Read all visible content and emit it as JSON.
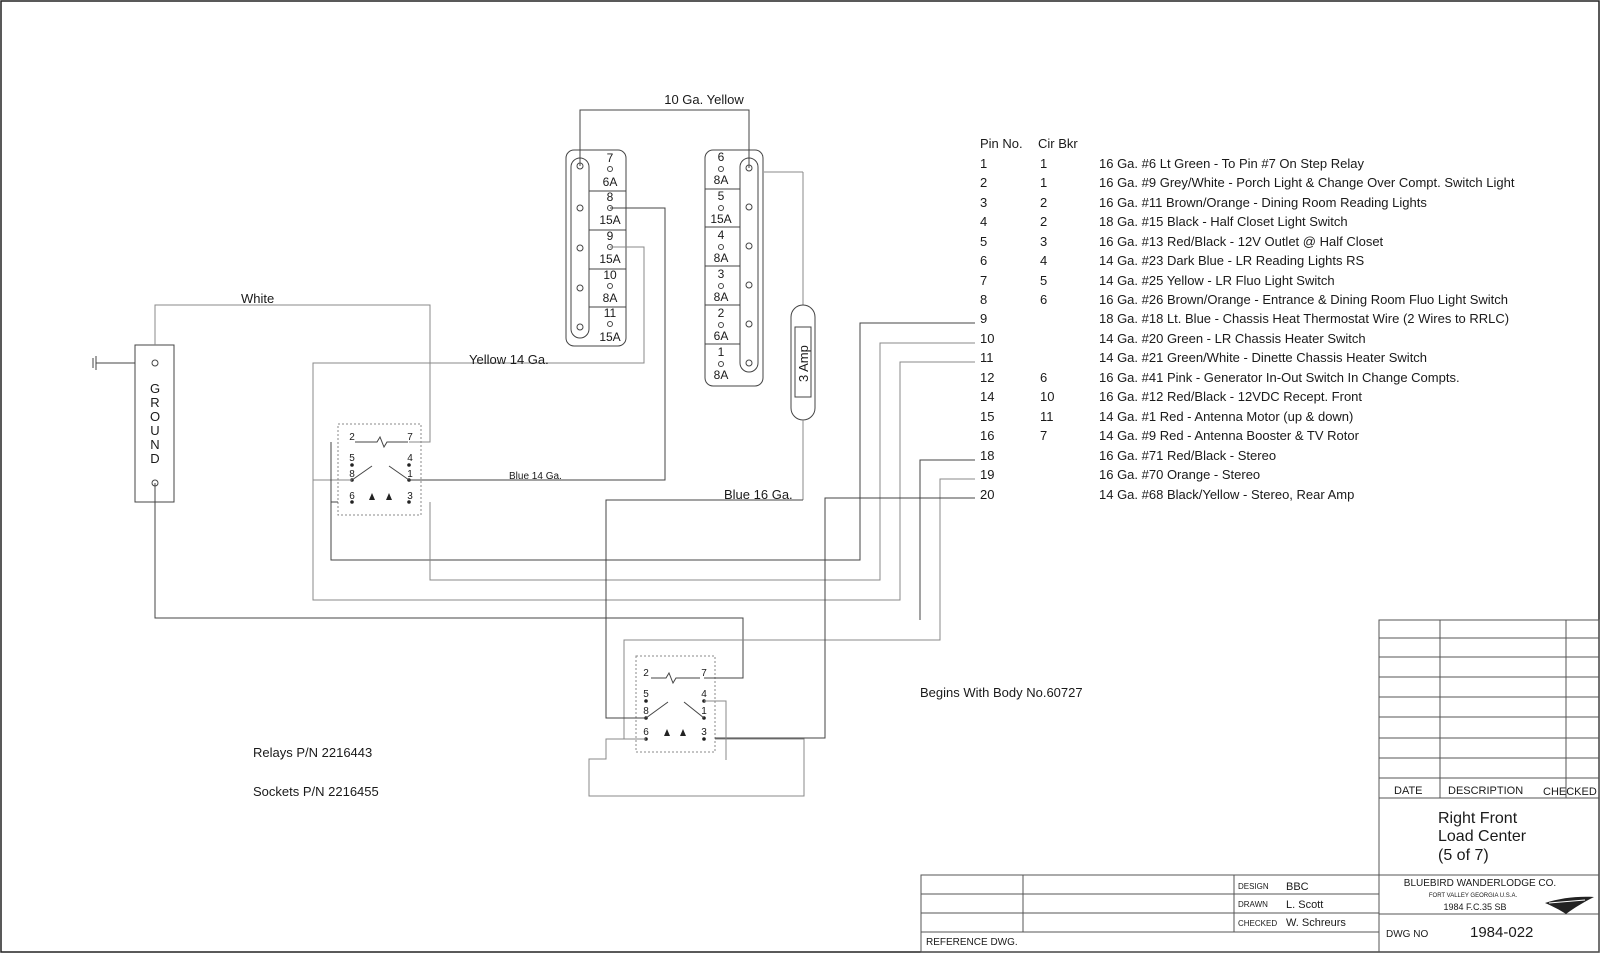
{
  "wires": {
    "w10_yellow": "10 Ga. Yellow",
    "white": "White",
    "yellow14": "Yellow 14 Ga.",
    "blue14": "Blue 14 Ga.",
    "blue16": "Blue 16 Ga."
  },
  "breaker_left": [
    {
      "pin": "7",
      "amp": "6A"
    },
    {
      "pin": "8",
      "amp": "15A"
    },
    {
      "pin": "9",
      "amp": "15A"
    },
    {
      "pin": "10",
      "amp": "8A"
    },
    {
      "pin": "11",
      "amp": "15A"
    }
  ],
  "breaker_right": [
    {
      "pin": "6",
      "amp": "8A"
    },
    {
      "pin": "5",
      "amp": "15A"
    },
    {
      "pin": "4",
      "amp": "8A"
    },
    {
      "pin": "3",
      "amp": "8A"
    },
    {
      "pin": "2",
      "amp": "6A"
    },
    {
      "pin": "1",
      "amp": "8A"
    }
  ],
  "fuse": "3 Amp",
  "ground_letters": [
    "G",
    "R",
    "O",
    "U",
    "N",
    "D"
  ],
  "relay_pins": {
    "p2": "2",
    "p7": "7",
    "p5": "5",
    "p4": "4",
    "p8": "8",
    "p1": "1",
    "p6": "6",
    "p3": "3"
  },
  "pin_table": {
    "header_pin": "Pin No.",
    "header_cb": "Cir Bkr",
    "rows": [
      {
        "pin": "1",
        "cb": "1",
        "desc": "16 Ga. #6 Lt Green - To Pin #7 On Step Relay"
      },
      {
        "pin": "2",
        "cb": "1",
        "desc": "16 Ga. #9 Grey/White - Porch Light & Change Over Compt. Switch Light"
      },
      {
        "pin": "3",
        "cb": "2",
        "desc": "16 Ga. #11 Brown/Orange - Dining Room Reading Lights"
      },
      {
        "pin": "4",
        "cb": "2",
        "desc": "18 Ga. #15 Black - Half Closet Light Switch"
      },
      {
        "pin": "5",
        "cb": "3",
        "desc": "16 Ga. #13 Red/Black - 12V Outlet @ Half Closet"
      },
      {
        "pin": "6",
        "cb": "4",
        "desc": "14 Ga. #23 Dark Blue - LR Reading Lights RS"
      },
      {
        "pin": "7",
        "cb": "5",
        "desc": "14 Ga. #25 Yellow - LR Fluo Light Switch"
      },
      {
        "pin": "8",
        "cb": "6",
        "desc": "16 Ga. #26 Brown/Orange - Entrance & Dining Room Fluo Light Switch"
      },
      {
        "pin": "9",
        "cb": "",
        "desc": "18 Ga. #18 Lt. Blue - Chassis Heat Thermostat Wire (2 Wires to RRLC)"
      },
      {
        "pin": "10",
        "cb": "",
        "desc": "14 Ga. #20 Green - LR Chassis Heater Switch"
      },
      {
        "pin": "11",
        "cb": "",
        "desc": "14 Ga. #21 Green/White - Dinette Chassis Heater Switch"
      },
      {
        "pin": "12",
        "cb": "6",
        "desc": "16 Ga. #41 Pink - Generator In-Out Switch In Change Compts."
      },
      {
        "pin": "14",
        "cb": "10",
        "desc": "16 Ga. #12 Red/Black - 12VDC Recept. Front"
      },
      {
        "pin": "15",
        "cb": "11",
        "desc": "14 Ga. #1 Red - Antenna Motor (up & down)"
      },
      {
        "pin": "16",
        "cb": "7",
        "desc": "14 Ga. #9 Red - Antenna Booster & TV Rotor"
      },
      {
        "pin": "18",
        "cb": "",
        "desc": "16 Ga. #71 Red/Black - Stereo"
      },
      {
        "pin": "19",
        "cb": "",
        "desc": "16 Ga. #70 Orange - Stereo"
      },
      {
        "pin": "20",
        "cb": "",
        "desc": "14 Ga. #68 Black/Yellow - Stereo, Rear Amp"
      }
    ]
  },
  "notes": {
    "begins": "Begins With Body No.60727",
    "relays": "Relays P/N 2216443",
    "sockets": "Sockets P/N 2216455"
  },
  "revision": {
    "date": "DATE",
    "description": "DESCRIPTION",
    "checked": "CHECKED"
  },
  "title_block": {
    "title1": "Right Front",
    "title2": "Load Center",
    "title3": "(5 of 7)",
    "design_label": "DESIGN",
    "design_value": "BBC",
    "drawn_label": "DRAWN",
    "drawn_value": "L. Scott",
    "checked_label": "CHECKED",
    "checked_value": "W. Schreurs",
    "reference": "REFERENCE DWG.",
    "company": "BLUEBIRD WANDERLODGE CO.",
    "location": "FORT VALLEY GEORGIA U.S.A.",
    "model": "1984 F.C.35 SB",
    "dwg_label": "DWG NO",
    "dwg_no": "1984-022"
  }
}
